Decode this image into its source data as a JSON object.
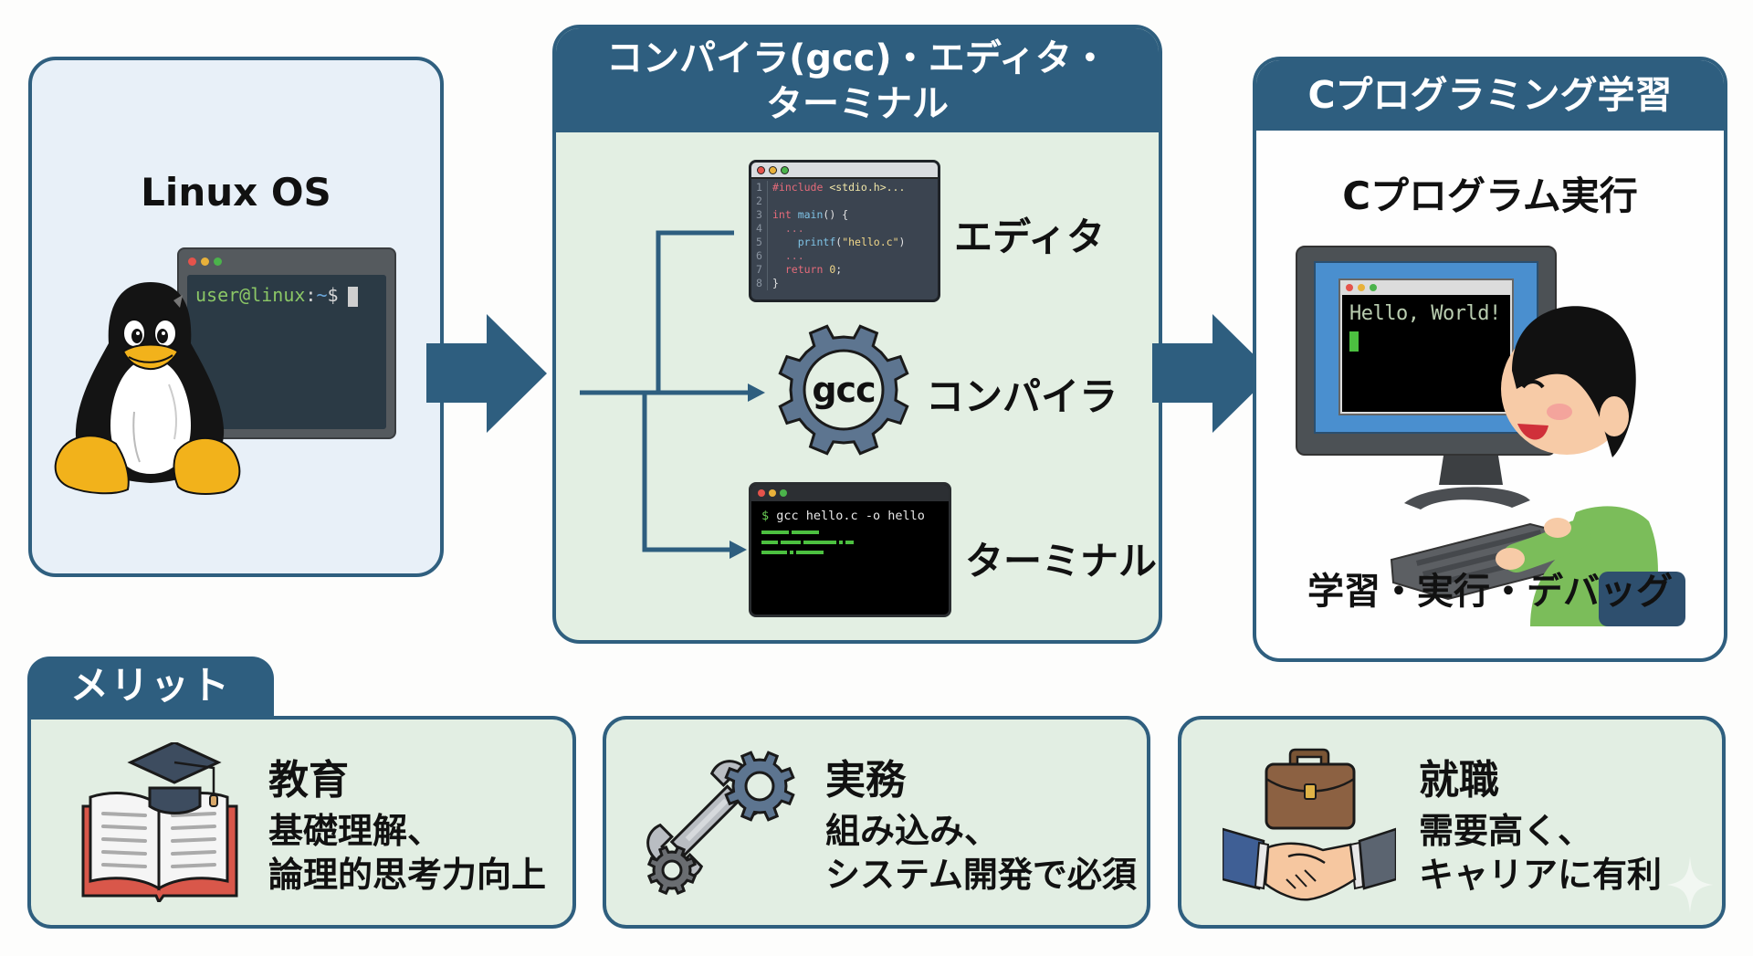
{
  "left_panel": {
    "title": "Linux OS",
    "terminal": {
      "prompt_user": "user@linux",
      "prompt_sep": ":",
      "prompt_path": "~",
      "prompt_symbol": "$"
    }
  },
  "middle_panel": {
    "header_line1": "コンパイラ(gcc)・エディタ・",
    "header_line2": "ターミナル",
    "editor": {
      "label": "エディタ",
      "lines": [
        {
          "num": "1",
          "parts": [
            {
              "t": "#include ",
              "c": "tk-pre"
            },
            {
              "t": "<stdio.h>...",
              "c": "tk-inc"
            }
          ]
        },
        {
          "num": "2",
          "parts": []
        },
        {
          "num": "3",
          "parts": [
            {
              "t": "int ",
              "c": "tk-kw"
            },
            {
              "t": "main",
              "c": "tk-fn"
            },
            {
              "t": "() {",
              "c": "tk-plain"
            }
          ]
        },
        {
          "num": "4",
          "parts": [
            {
              "t": "  ...",
              "c": "tk-dim"
            }
          ]
        },
        {
          "num": "5",
          "parts": [
            {
              "t": "    ",
              "c": "tk-plain"
            },
            {
              "t": "printf",
              "c": "tk-fn"
            },
            {
              "t": "(",
              "c": "tk-plain"
            },
            {
              "t": "\"hello.c\"",
              "c": "tk-str"
            },
            {
              "t": ")",
              "c": "tk-plain"
            }
          ]
        },
        {
          "num": "6",
          "parts": [
            {
              "t": "  ...",
              "c": "tk-dim"
            }
          ]
        },
        {
          "num": "7",
          "parts": [
            {
              "t": "  return ",
              "c": "tk-kw"
            },
            {
              "t": "0",
              "c": "tk-num"
            },
            {
              "t": ";",
              "c": "tk-plain"
            }
          ]
        },
        {
          "num": "8",
          "parts": [
            {
              "t": "}",
              "c": "tk-plain"
            }
          ]
        }
      ]
    },
    "compiler": {
      "gear_text": "gcc",
      "label": "コンパイラ"
    },
    "terminal": {
      "label": "ターミナル",
      "prompt": "$",
      "command": "gcc hello.c -o hello"
    }
  },
  "right_panel": {
    "header": "Cプログラミング学習",
    "title": "Cプログラム実行",
    "screen_text": "Hello, World!",
    "caption": "学習・実行・デバッグ"
  },
  "merits": {
    "tab_label": "メリット",
    "cards": [
      {
        "title": "教育",
        "desc_line1": "基礎理解、",
        "desc_line2": "論理的思考力向上",
        "icon": "book-graduation-cap-icon"
      },
      {
        "title": "実務",
        "desc_line1": "組み込み、",
        "desc_line2": "システム開発で必須",
        "icon": "wrench-gears-icon"
      },
      {
        "title": "就職",
        "desc_line1": "需要高く、",
        "desc_line2": "キャリアに有利",
        "icon": "briefcase-handshake-icon"
      }
    ]
  },
  "colors": {
    "accent": "#2e5e7f",
    "left_panel_bg": "#e8f0f8",
    "mid_panel_bg": "#e3efe3",
    "merit_card_bg": "#e2eee3"
  }
}
